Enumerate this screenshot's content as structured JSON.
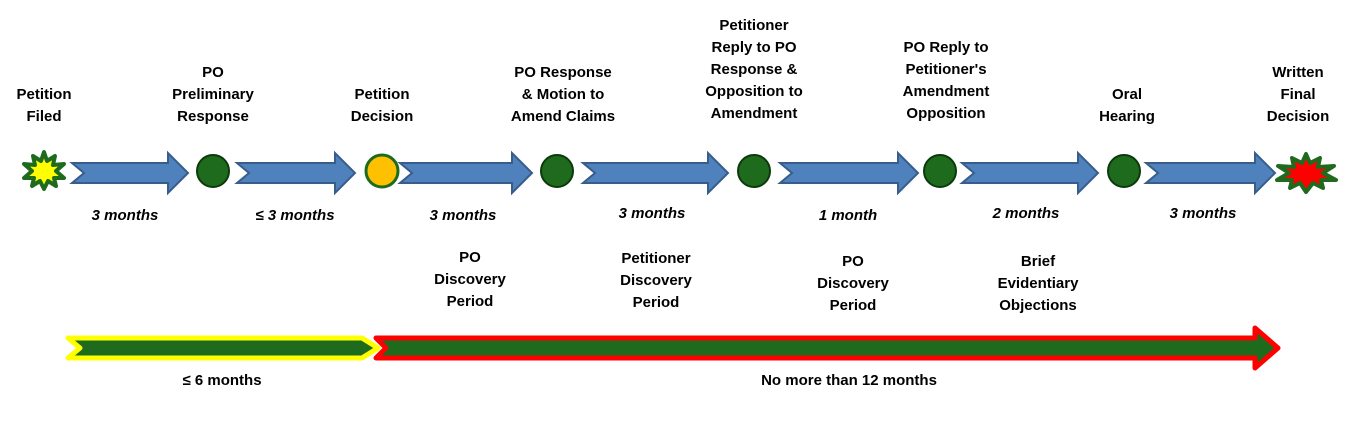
{
  "milestones": [
    {
      "label": "Petition\nFiled"
    },
    {
      "label": "PO\nPreliminary\nResponse"
    },
    {
      "label": "Petition\nDecision"
    },
    {
      "label": "PO Response\n& Motion to\nAmend Claims"
    },
    {
      "label": "Petitioner\nReply to PO\nResponse &\nOpposition to\nAmendment"
    },
    {
      "label": "PO Reply to\nPetitioner's\nAmendment\nOpposition"
    },
    {
      "label": "Oral\nHearing"
    },
    {
      "label": "Written\nFinal\nDecision"
    }
  ],
  "durations": [
    "3 months",
    "≤ 3 months",
    "3 months",
    "3 months",
    "1 month",
    "2 months",
    "3 months"
  ],
  "periods": [
    "PO\nDiscovery\nPeriod",
    "Petitioner\nDiscovery\nPeriod",
    "PO\nDiscovery\nPeriod",
    "Brief\nEvidentiary\nObjections"
  ],
  "phases": {
    "first": "≤ 6 months",
    "second": "No more than 12 months"
  },
  "colors": {
    "arrow_fill": "#4f81bd",
    "arrow_stroke": "#385d8a",
    "node_green": "#1e6b1e",
    "node_orange": "#ffc000",
    "phase_green": "#1e6b1e",
    "phase_yellow": "#ffff00",
    "phase_red": "#ff0000"
  }
}
